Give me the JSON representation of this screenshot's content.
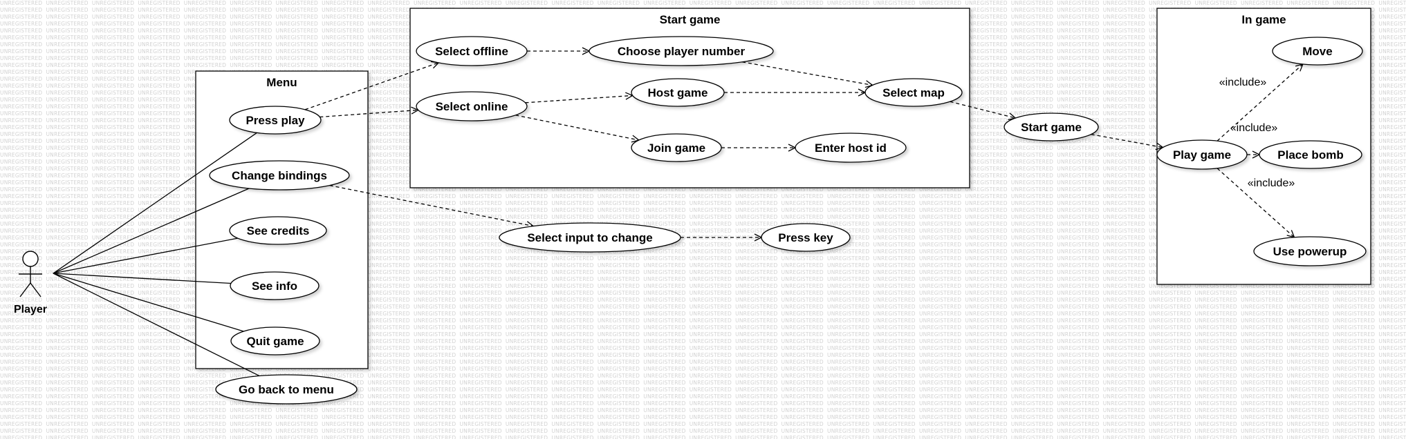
{
  "watermark": "UNREGISTERED",
  "actor": {
    "name": "Player"
  },
  "boundaries": [
    {
      "id": "menu",
      "title": "Menu"
    },
    {
      "id": "start",
      "title": "Start game"
    },
    {
      "id": "ingame",
      "title": "In game"
    }
  ],
  "use_cases": [
    {
      "id": "press_play",
      "label": "Press play"
    },
    {
      "id": "change_bindings",
      "label": "Change bindings"
    },
    {
      "id": "see_credits",
      "label": "See credits"
    },
    {
      "id": "see_info",
      "label": "See info"
    },
    {
      "id": "quit_game",
      "label": "Quit game"
    },
    {
      "id": "go_back",
      "label": "Go back to menu"
    },
    {
      "id": "select_offline",
      "label": "Select offline"
    },
    {
      "id": "choose_player_number",
      "label": "Choose player number"
    },
    {
      "id": "select_online",
      "label": "Select online"
    },
    {
      "id": "host_game",
      "label": "Host game"
    },
    {
      "id": "select_map",
      "label": "Select map"
    },
    {
      "id": "join_game",
      "label": "Join game"
    },
    {
      "id": "enter_host_id",
      "label": "Enter host id"
    },
    {
      "id": "select_input",
      "label": "Select input to change"
    },
    {
      "id": "press_key",
      "label": "Press key"
    },
    {
      "id": "start_game",
      "label": "Start game"
    },
    {
      "id": "play_game",
      "label": "Play game"
    },
    {
      "id": "move",
      "label": "Move"
    },
    {
      "id": "place_bomb",
      "label": "Place bomb"
    },
    {
      "id": "use_powerup",
      "label": "Use powerup"
    }
  ],
  "relations": [
    {
      "from": "actor",
      "to": "press_play",
      "kind": "association"
    },
    {
      "from": "actor",
      "to": "change_bindings",
      "kind": "association"
    },
    {
      "from": "actor",
      "to": "see_credits",
      "kind": "association"
    },
    {
      "from": "actor",
      "to": "see_info",
      "kind": "association"
    },
    {
      "from": "actor",
      "to": "quit_game",
      "kind": "association"
    },
    {
      "from": "actor",
      "to": "go_back",
      "kind": "association"
    },
    {
      "from": "press_play",
      "to": "select_offline",
      "kind": "dependency"
    },
    {
      "from": "press_play",
      "to": "select_online",
      "kind": "dependency"
    },
    {
      "from": "select_offline",
      "to": "choose_player_number",
      "kind": "dependency"
    },
    {
      "from": "choose_player_number",
      "to": "select_map",
      "kind": "dependency"
    },
    {
      "from": "select_online",
      "to": "host_game",
      "kind": "dependency"
    },
    {
      "from": "select_online",
      "to": "join_game",
      "kind": "dependency"
    },
    {
      "from": "host_game",
      "to": "select_map",
      "kind": "dependency"
    },
    {
      "from": "join_game",
      "to": "enter_host_id",
      "kind": "dependency"
    },
    {
      "from": "select_map",
      "to": "start_game",
      "kind": "dependency"
    },
    {
      "from": "start_game",
      "to": "play_game",
      "kind": "dependency"
    },
    {
      "from": "play_game",
      "to": "move",
      "kind": "include",
      "label": "«include»"
    },
    {
      "from": "play_game",
      "to": "place_bomb",
      "kind": "include",
      "label": "«include»"
    },
    {
      "from": "play_game",
      "to": "use_powerup",
      "kind": "include",
      "label": "«include»"
    },
    {
      "from": "change_bindings",
      "to": "select_input",
      "kind": "dependency"
    },
    {
      "from": "select_input",
      "to": "press_key",
      "kind": "dependency"
    }
  ]
}
